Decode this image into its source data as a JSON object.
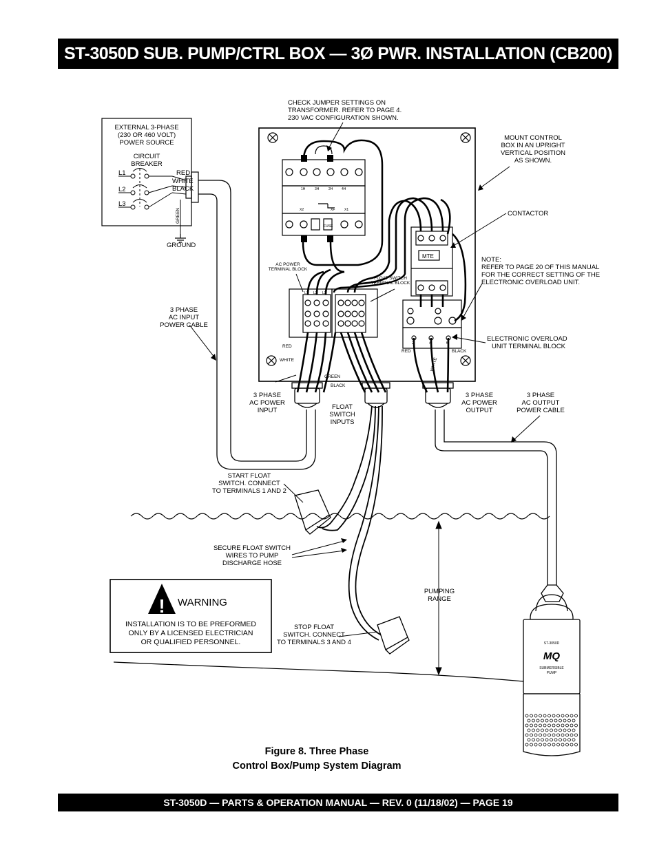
{
  "title": "ST-3050D SUB. PUMP/CTRL BOX — 3Ø PWR. INSTALLATION (CB200)",
  "footer": "ST-3050D — PARTS & OPERATION MANUAL — REV. 0 (11/18/02) — PAGE 19",
  "caption": {
    "line1": "Figure 8. Three Phase",
    "line2": "Control Box/Pump System Diagram"
  },
  "labels": {
    "check_jumper": [
      "CHECK  JUMPER  SETTINGS  ON",
      "TRANSFORMER. REFER TO PAGE 4.",
      "230 VAC CONFIGURATION SHOWN."
    ],
    "external_source": [
      "EXTERNAL 3-PHASE",
      "(230 OR 460 VOLT)",
      "POWER SOURCE"
    ],
    "circuit_breaker": [
      "CIRCUIT",
      "BREAKER"
    ],
    "l1": "L1",
    "l2": "L2",
    "l3": "L3",
    "red": "RED",
    "white": "WHITE",
    "black": "BLACK",
    "green": "GREEN",
    "ground": "GROUND",
    "mount": [
      "MOUNT CONTROL",
      "BOX IN AN UPRIGHT",
      "VERTICAL POSITION",
      "AS SHOWN."
    ],
    "contactor": "CONTACTOR",
    "note": [
      "NOTE:",
      "REFER TO PAGE 20 OF THIS MANUAL",
      "FOR THE CORRECT SETTING OF THE",
      "ELECTRONIC OVERLOAD UNIT."
    ],
    "ac_power_tb": [
      "AC POWER",
      "TERMINAL BLOCK"
    ],
    "float_switch_tb": [
      "FLOAT SWITCH",
      "TERMINAL BLOCK"
    ],
    "input_cable": [
      "3 PHASE",
      "AC INPUT",
      "POWER CABLE"
    ],
    "eol_tb": [
      "ELECTRONIC OVERLOAD",
      "UNIT TERMINAL BLOCK"
    ],
    "ac_power_input": [
      "3 PHASE",
      "AC POWER",
      "INPUT"
    ],
    "float_switch_inputs": [
      "FLOAT",
      "SWITCH",
      "INPUTS"
    ],
    "ac_power_output": [
      "3 PHASE",
      "AC POWER",
      "OUTPUT"
    ],
    "output_cable": [
      "3 PHASE",
      "AC OUTPUT",
      "POWER CABLE"
    ],
    "start_float": [
      "START FLOAT",
      "SWITCH. CONNECT",
      "TO TERMINALS 1 AND 2"
    ],
    "secure_float": [
      "SECURE FLOAT SWITCH",
      "WIRES TO PUMP",
      "DISCHARGE HOSE"
    ],
    "pumping_range": [
      "PUMPING",
      "RANGE"
    ],
    "stop_float": [
      "STOP FLOAT",
      "SWITCH. CONNECT",
      "TO TERMINALS 3 AND 4"
    ],
    "mte": "MTE",
    "fuse": "FUSE",
    "transformer_terms": [
      "1H",
      "3H",
      "2H",
      "4H"
    ],
    "transformer_bottom": [
      "X2",
      "XF",
      "X1"
    ],
    "eol_nums": [
      "2",
      "4",
      "6"
    ],
    "pump_model": "ST-3050D",
    "pump_brand": "MQ",
    "pump_desc": [
      "SUBMERSIBLE",
      "PUMP"
    ]
  },
  "warning": {
    "heading": "WARNING",
    "text": [
      "INSTALLATION IS TO BE PREFORMED",
      "ONLY BY A LICENSED ELECTRICIAN",
      "OR QUALIFIED PERSONNEL."
    ]
  }
}
